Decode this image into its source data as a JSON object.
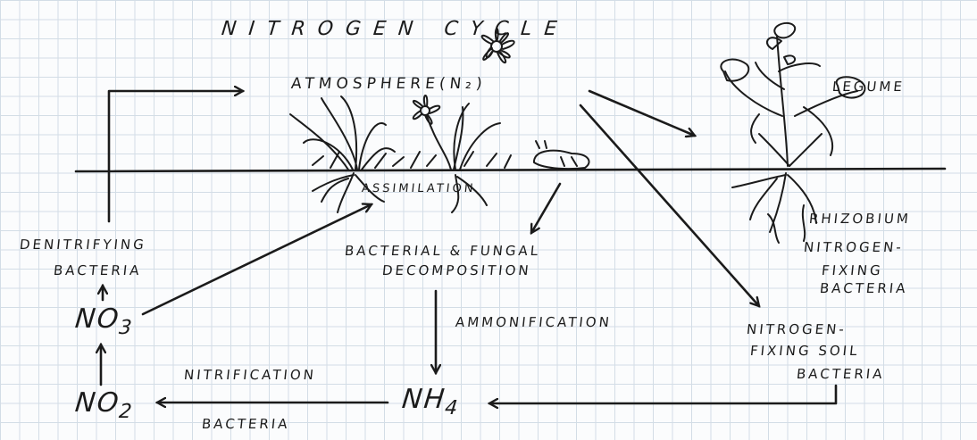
{
  "title": "NITROGEN CYCLE",
  "labels": {
    "atmosphere": "ATMOSPHERE(N₂)",
    "legume": "LEGUME",
    "assimilation": "ASSIMILATION",
    "rhizobium": "RHIZOBIUM",
    "nitrogen_fixing": "NITROGEN-",
    "fixing": "FIXING",
    "bacteria_rhizobium": "BACTERIA",
    "denitrifying": "DENITRIFYING",
    "denitrifying_bacteria": "BACTERIA",
    "decomp_line1": "BACTERIAL & FUNGAL",
    "decomp_line2": "DECOMPOSITION",
    "ammonification": "AMMONIFICATION",
    "soil_line1": "NITROGEN-",
    "soil_line2": "FIXING SOIL",
    "soil_line3": "BACTERIA",
    "nitrification": "NITRIFICATION",
    "nitrification_bacteria": "BACTERIA"
  },
  "compounds": {
    "no3": "NO",
    "no3_sub": "3",
    "no2": "NO",
    "no2_sub": "2",
    "nh4": "NH",
    "nh4_sub": "4"
  },
  "colors": {
    "ink": "#1b1b1b",
    "grid": "#d3dde6",
    "paper": "#fbfcfd"
  }
}
